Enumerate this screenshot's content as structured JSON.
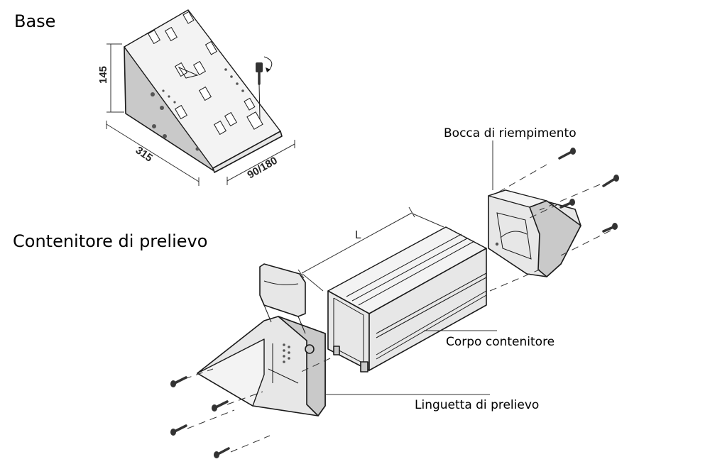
{
  "headings": {
    "base": "Base",
    "container": "Contenitore di prelievo"
  },
  "dimensions": {
    "height": "145",
    "length": "315",
    "depth": "90/180",
    "container_length": "L"
  },
  "callouts": {
    "filling_mouth": "Bocca di riempimento",
    "container_body": "Corpo contenitore",
    "pickup_tab": "Linguetta di prelievo"
  }
}
